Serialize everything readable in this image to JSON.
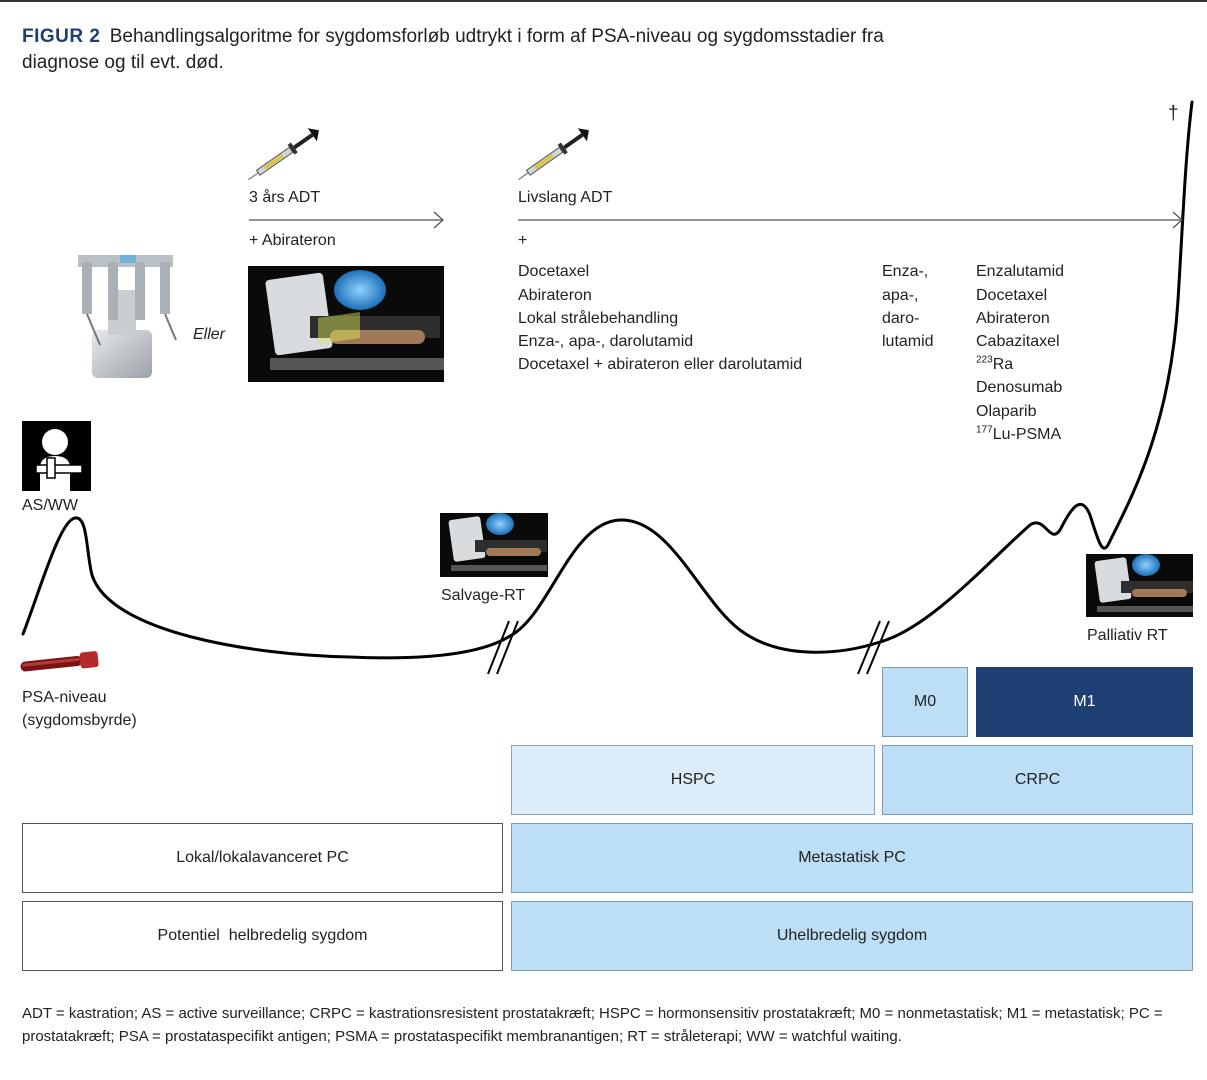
{
  "caption": {
    "label": "FIGUR 2",
    "text": "Behandlingsalgoritme for sygdomsforløb udtrykt i form af PSA-niveau og sygdomsstadier fra diagnose og til evt. død."
  },
  "death_marker": "†",
  "eller": "Eller",
  "adt3": {
    "label": "3 års ADT",
    "plus": "+ Abirateron"
  },
  "lifelong": {
    "label": "Livslang ADT",
    "plus": "+",
    "treatments": [
      "Docetaxel",
      "Abirateron",
      "Lokal strålebehandling",
      "Enza-, apa-, darolutamid",
      "Docetaxel + abirateron eller darolutamid"
    ]
  },
  "m0_treatments": [
    "Enza-,",
    "apa-,",
    "daro-",
    "lutamid"
  ],
  "m1_treatments": {
    "enzalutamid": "Enzalutamid",
    "docetaxel": "Docetaxel",
    "abirateron": "Abirateron",
    "cabazitaxel": "Cabazitaxel",
    "ra_sup": "223",
    "ra": "Ra",
    "denosumab": "Denosumab",
    "olaparib": "Olaparib",
    "lu_sup": "177",
    "lu": "Lu-PSMA"
  },
  "labels": {
    "as_ww": "AS/WW",
    "salvage_rt": "Salvage-RT",
    "palliativ_rt": "Palliativ RT",
    "psa_line1": "PSA-niveau",
    "psa_line2": "(sygdomsbyrde)"
  },
  "boxes": {
    "m0": "M0",
    "m1": "M1",
    "hspc": "HSPC",
    "crpc": "CRPC",
    "lokal": "Lokal/lokalavanceret PC",
    "metastatisk": "Metastatisk PC",
    "potentiel": "Potentiel  helbredelig sygdom",
    "uhelbredelig": "Uhelbredelig sygdom"
  },
  "footnote": "ADT = kastration; AS = active surveillance; CRPC = kastrationsresistent prostatakræft; HSPC = hormonsensitiv prostatakræft; M0 = nonmetastatisk; M1 = metastatisk; PC = prostatakræft; PSA = prostataspecifikt antigen; PSMA = prostataspecifikt membranantigen; RT = stråleterapi; WW = watchful waiting.",
  "colors": {
    "brand_navy": "#1d3f73",
    "pale_blue": "#dcecf8",
    "light_blue": "#bcdff5"
  }
}
